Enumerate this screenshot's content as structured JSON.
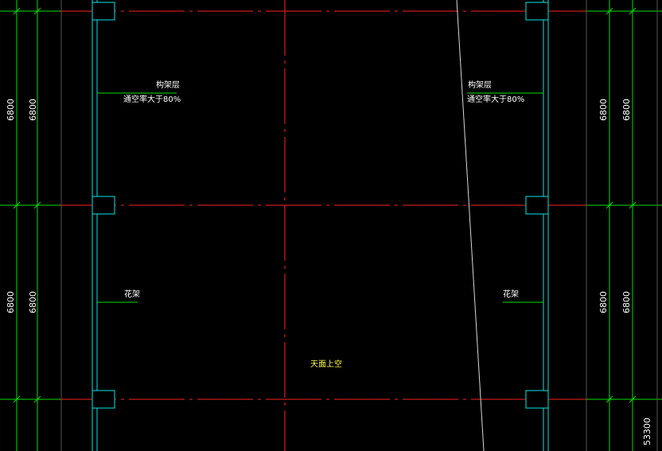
{
  "colors": {
    "background": "#000000",
    "axis_line": "#ff2020",
    "dim_line": "#00e000",
    "wall_line": "#00e6e6",
    "text": "#ffffff",
    "dim_text": "#ffffff",
    "note_text": "#ffff40",
    "slope_line": "#d8d8d8"
  },
  "labels": {
    "frame_layer_left": "构架层",
    "frame_layer_right": "构架层",
    "porosity_left": "通空率大于80%",
    "porosity_right": "通空率大于80%",
    "trellis_left": "花架",
    "trellis_right": "花架",
    "roof_void": "天面上空"
  },
  "dimensions": {
    "left_outer_top": "6800",
    "left_inner_top": "6800",
    "left_outer_mid": "6800",
    "left_inner_mid": "6800",
    "right_inner_top": "6800",
    "right_outer_top": "6800",
    "right_inner_mid": "6800",
    "right_outer_mid": "6800",
    "total": "53300"
  }
}
